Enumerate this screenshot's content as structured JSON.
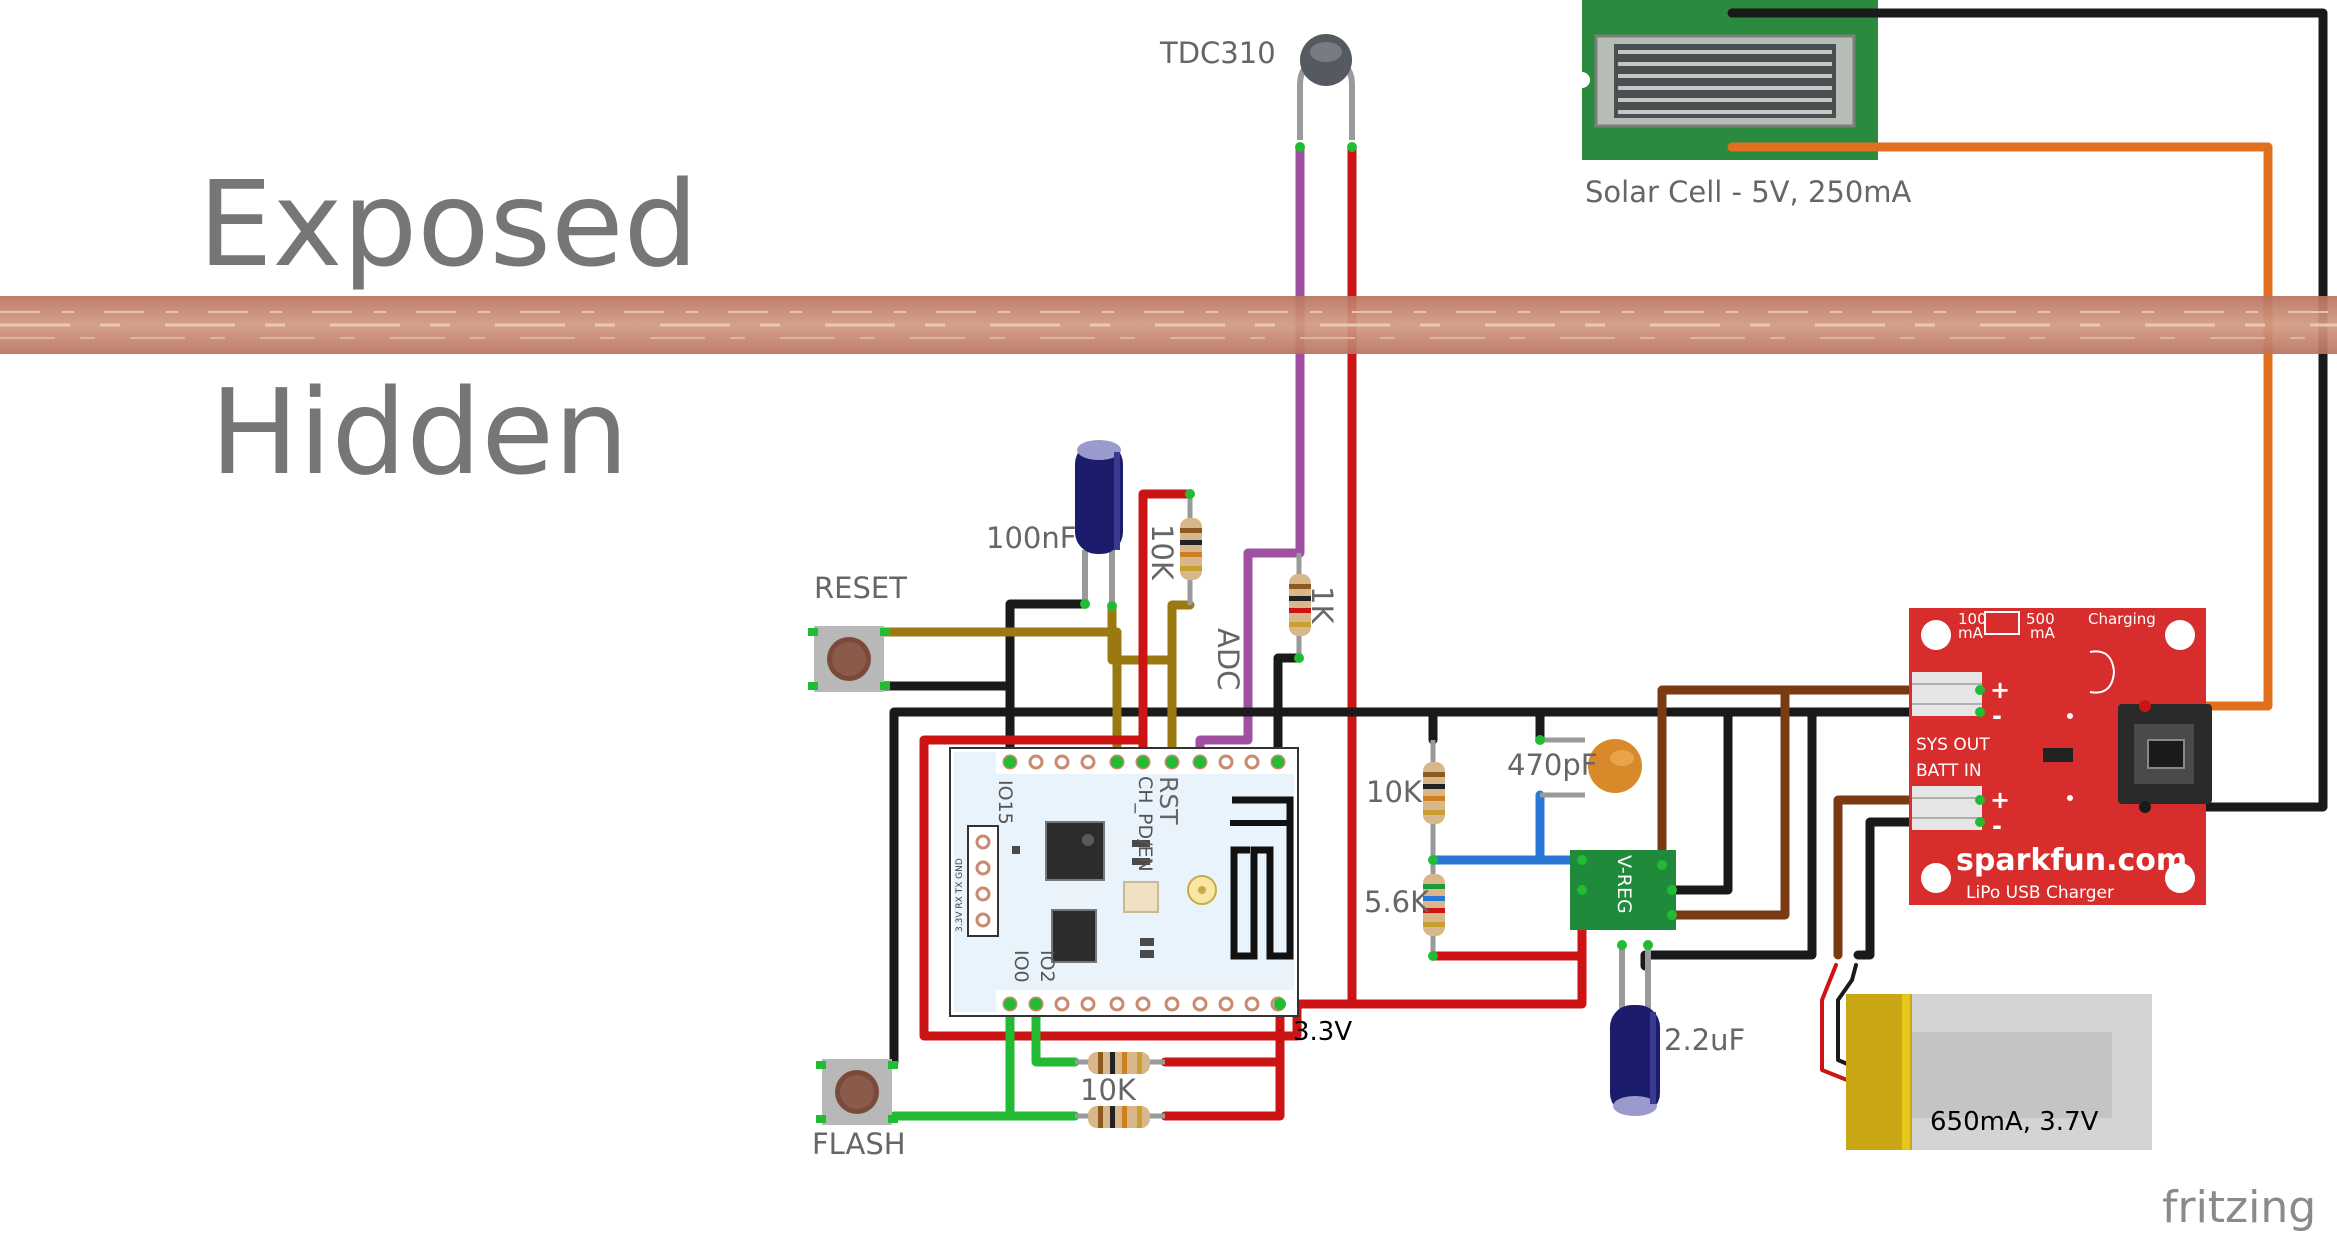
{
  "headings": {
    "exposed": "Exposed",
    "hidden": "Hidden"
  },
  "labels": {
    "tdc310": "TDC310",
    "solar_cell": "Solar Cell - 5V, 250mA",
    "cap_100nf": "100nF",
    "res_10k_top": "10K",
    "res_1k": "1K",
    "adc": "ADC",
    "reset": "RESET",
    "flash": "FLASH",
    "v33": "3.3V",
    "res_10k_bottom": "10K",
    "res_10k_mid": "10K",
    "cap_470pf": "470pF",
    "res_5_6k": "5.6K",
    "cap_2_2uf": "2.2uF",
    "battery": "650mA, 3.7V",
    "watermark": "fritzing"
  },
  "esp": {
    "io15": "IO15",
    "ch_pd": "CH_PD/EN",
    "rst": "RST",
    "io0": "IO0",
    "io2": "IO2",
    "prog_pins": "3.3V RX TX GND"
  },
  "charger": {
    "brand": "sparkfun.com",
    "name": "LiPo USB Charger",
    "ma100": "100",
    "ma500": "500",
    "ma_unit": "mA",
    "charging": "Charging",
    "sys_out": "SYS OUT",
    "batt_in": "BATT IN",
    "plus": "+",
    "minus": "-"
  },
  "vreg": {
    "label": "V-REG"
  },
  "colors": {
    "band": "#c08068",
    "wire_red": "#cc1414",
    "wire_black": "#1a1a1a",
    "wire_orange": "#e0701e",
    "wire_purple": "#a050a0",
    "wire_olive": "#9a7a10",
    "wire_brown": "#7a3a12",
    "wire_green": "#22bb33",
    "wire_blue": "#2a78d6",
    "pcb_red": "#d72d2d",
    "pcb_green": "#1e8a3a",
    "esp_board": "#e9f3fb"
  }
}
